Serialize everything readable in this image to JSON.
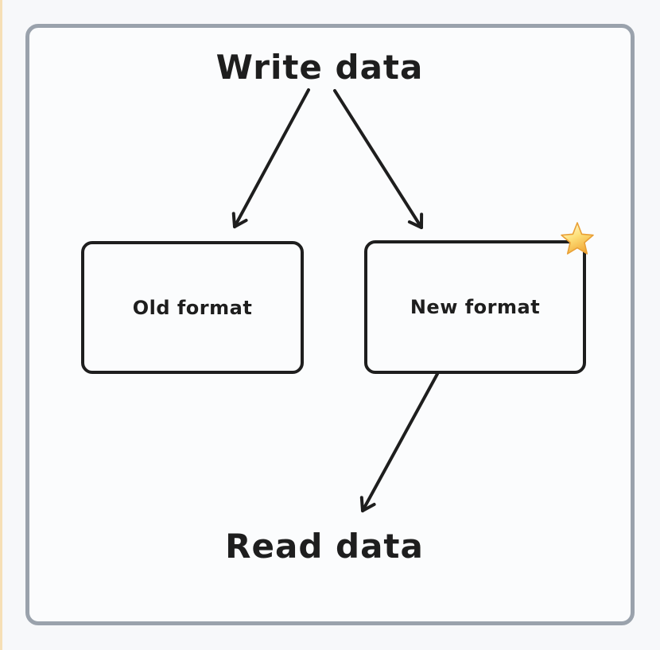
{
  "page": {
    "background_color": "#f7f8fa",
    "left_strip_color": "#f6dfb6",
    "frame_border_color": "#9aa2ac",
    "frame_background_color": "#fbfcfd"
  },
  "diagram": {
    "ink_color": "#1e1e1e",
    "top_label": "Write data",
    "bottom_label": "Read data",
    "nodes": [
      {
        "id": "old-format",
        "label": "Old format"
      },
      {
        "id": "new-format",
        "label": "New format",
        "badge_icon": "star-icon"
      }
    ],
    "edges": [
      {
        "from": "Write data",
        "to": "Old format",
        "style": "arrow"
      },
      {
        "from": "Write data",
        "to": "New format",
        "style": "arrow"
      },
      {
        "from": "New format",
        "to": "Read data",
        "style": "arrow"
      }
    ],
    "star_colors": {
      "light": "#fff4c0",
      "dark": "#f2a93b",
      "outline": "#e99f35"
    }
  }
}
